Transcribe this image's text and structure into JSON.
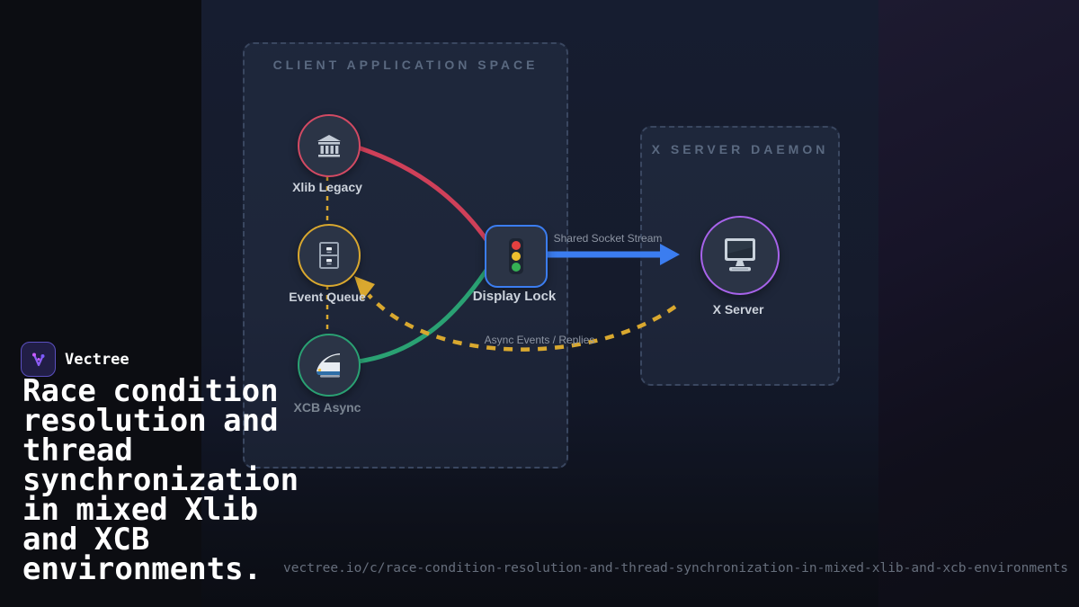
{
  "brand": {
    "name": "Vectree"
  },
  "headline": "Race condition resolution and thread synchronization in mixed Xlib and XCB environments.",
  "footer_url": "vectree.io/c/race-condition-resolution-and-thread-synchronization-in-mixed-xlib-and-xcb-environments",
  "colors": {
    "background_left": "#0c0d12",
    "background_mid": "#151b2c",
    "background_right": "#171428",
    "container_border": "#3a4760",
    "node_fill": "#2b3446",
    "xlib_accent": "#d24a63",
    "queue_accent": "#d9a82f",
    "xcb_accent": "#2aa173",
    "lock_accent": "#3b7df0",
    "xserver_accent": "#a763ea",
    "label_text": "#ccd2db",
    "muted_text": "#8d95a3",
    "header_text": "#5a6980",
    "brand_purple": "#5b50c0"
  },
  "diagram": {
    "containers": [
      {
        "id": "client",
        "label": "CLIENT APPLICATION SPACE"
      },
      {
        "id": "xserver",
        "label": "X SERVER DAEMON"
      }
    ],
    "nodes": [
      {
        "id": "xlib",
        "label": "Xlib Legacy",
        "icon": "bank-icon",
        "accent": "#d24a63",
        "shape": "circle"
      },
      {
        "id": "queue",
        "label": "Event Queue",
        "icon": "file-cabinet-icon",
        "accent": "#d9a82f",
        "shape": "circle"
      },
      {
        "id": "xcb",
        "label": "XCB Async",
        "icon": "bullet-train-icon",
        "accent": "#2aa173",
        "shape": "circle"
      },
      {
        "id": "lock",
        "label": "Display Lock",
        "icon": "traffic-light-icon",
        "accent": "#3b7df0",
        "shape": "rounded-square"
      },
      {
        "id": "xsrv",
        "label": "X Server",
        "icon": "desktop-computer-icon",
        "accent": "#a763ea",
        "shape": "circle"
      }
    ],
    "edges": [
      {
        "from": "xlib",
        "to": "lock",
        "color": "#cf4059",
        "style": "solid",
        "label": ""
      },
      {
        "from": "xcb",
        "to": "lock",
        "color": "#2aa173",
        "style": "solid",
        "label": ""
      },
      {
        "from": "xlib",
        "to": "queue",
        "color": "#d9a82f",
        "style": "dashed",
        "label": ""
      },
      {
        "from": "queue",
        "to": "xcb",
        "color": "#d9a82f",
        "style": "dashed",
        "label": ""
      },
      {
        "from": "lock",
        "to": "xsrv",
        "color": "#3b7df0",
        "style": "solid-arrow",
        "label": "Shared Socket Stream"
      },
      {
        "from": "xsrv",
        "to": "queue",
        "color": "#d9a82f",
        "style": "dashed-arrow",
        "label": "Async Events / Replies"
      }
    ]
  }
}
